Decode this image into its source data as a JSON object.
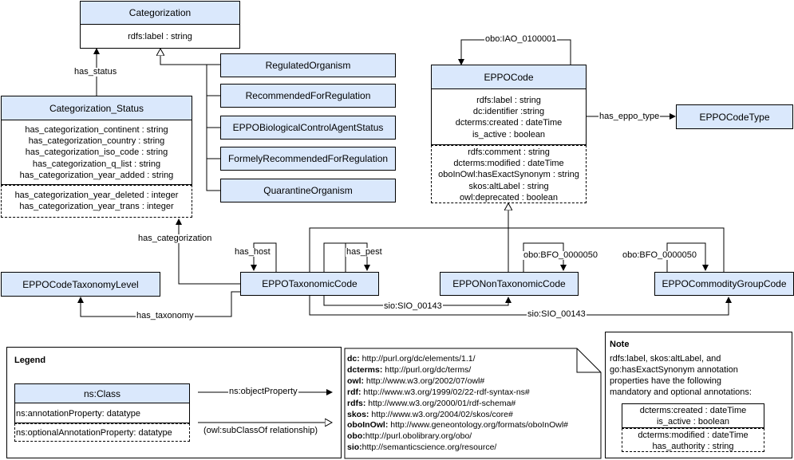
{
  "classes": {
    "categorization": {
      "name": "Categorization",
      "attrs": [
        "rdfs:label : string"
      ]
    },
    "categorization_status": {
      "name": "Categorization_Status",
      "attrs": [
        "has_categorization_continent : string",
        "has_categorization_country : string",
        "has_categorization_iso_code : string",
        "has_categorization_q_list : string",
        "has_categorization_year_added : string"
      ],
      "optional": [
        "has_categorization_year_deleted : integer",
        "has_categorization_year_trans : integer"
      ]
    },
    "regulated_organism": {
      "name": "RegulatedOrganism"
    },
    "recommended_for_regulation": {
      "name": "RecommendedForRegulation"
    },
    "eppo_biocontrol_status": {
      "name": "EPPOBiologicalControlAgentStatus"
    },
    "formely_recommended": {
      "name": "FormelyRecommendedForRegulation"
    },
    "quarantine_organism": {
      "name": "QuarantineOrganism"
    },
    "eppo_code": {
      "name": "EPPOCode",
      "attrs": [
        "rdfs:label : string",
        "dc:identifier :string",
        "dcterms:created : dateTime",
        "is_active : boolean"
      ],
      "optional": [
        "rdfs:comment : string",
        "dcterms:modified : dateTime",
        "oboInOwl:hasExactSynonym : string",
        "skos:altLabel : string",
        "owl:deprecated : boolean"
      ]
    },
    "eppo_code_type": {
      "name": "EPPOCodeType"
    },
    "eppo_taxonomy_level": {
      "name": "EPPOCodeTaxonomyLevel"
    },
    "eppo_taxonomic_code": {
      "name": "EPPOTaxonomicCode"
    },
    "eppo_non_taxonomic_code": {
      "name": "EPPONonTaxonomicCode"
    },
    "eppo_commodity_group": {
      "name": "EPPOCommodityGroupCode"
    }
  },
  "edges": {
    "has_status": "has_status",
    "iao": "obo:IAO_0100001",
    "has_eppo_type": "has_eppo_type",
    "has_categorization": "has_categorization",
    "has_host": "has_host",
    "has_pest": "has_pest",
    "bfo_1": "obo:BFO_0000050",
    "bfo_2": "obo:BFO_0000050",
    "sio_1": "sio:SIO_00143",
    "sio_2": "sio:SIO_00143",
    "has_taxonomy": "has_taxonomy"
  },
  "legend": {
    "title": "Legend",
    "class_name": "ns:Class",
    "annotation": "ns:annotationProperty: datatype",
    "optional_annotation": "ns:optionalAnnotationProperty: datatype",
    "object_property": "ns:objectProperty",
    "subclass": "(owl:subClassOf relationship)"
  },
  "namespaces": [
    {
      "prefix": "dc:",
      "uri": " http://purl.org/dc/elements/1.1/"
    },
    {
      "prefix": "dcterms:",
      "uri": " http://purl.org/dc/terms/"
    },
    {
      "prefix": "owl:",
      "uri": " http://www.w3.org/2002/07/owl#"
    },
    {
      "prefix": "rdf:",
      "uri": " http://www.w3.org/1999/02/22-rdf-syntax-ns#"
    },
    {
      "prefix": "rdfs:",
      "uri": " http://www.w3.org/2000/01/rdf-schema#"
    },
    {
      "prefix": "skos:",
      "uri": " http://www.w3.org/2004/02/skos/core#"
    },
    {
      "prefix": "oboInOwl:",
      "uri": " http://www.geneontology.org/formats/oboInOwl#"
    },
    {
      "prefix": "obo:",
      "uri": "http://purl.obolibrary.org/obo/"
    },
    {
      "prefix": "sio:",
      "uri": "http://semanticscience.org/resource/"
    }
  ],
  "note": {
    "title": "Note",
    "text": [
      "rdfs:label, skos:altLabel, and",
      "go:hasExactSynonym annotation",
      "properties have the following",
      "mandatory and optional annotations:"
    ],
    "mandatory": [
      "dcterms:created : dateTime",
      "is_active : boolean"
    ],
    "optional": [
      "dcterms:modified : dateTime",
      "has_authority : string"
    ]
  }
}
